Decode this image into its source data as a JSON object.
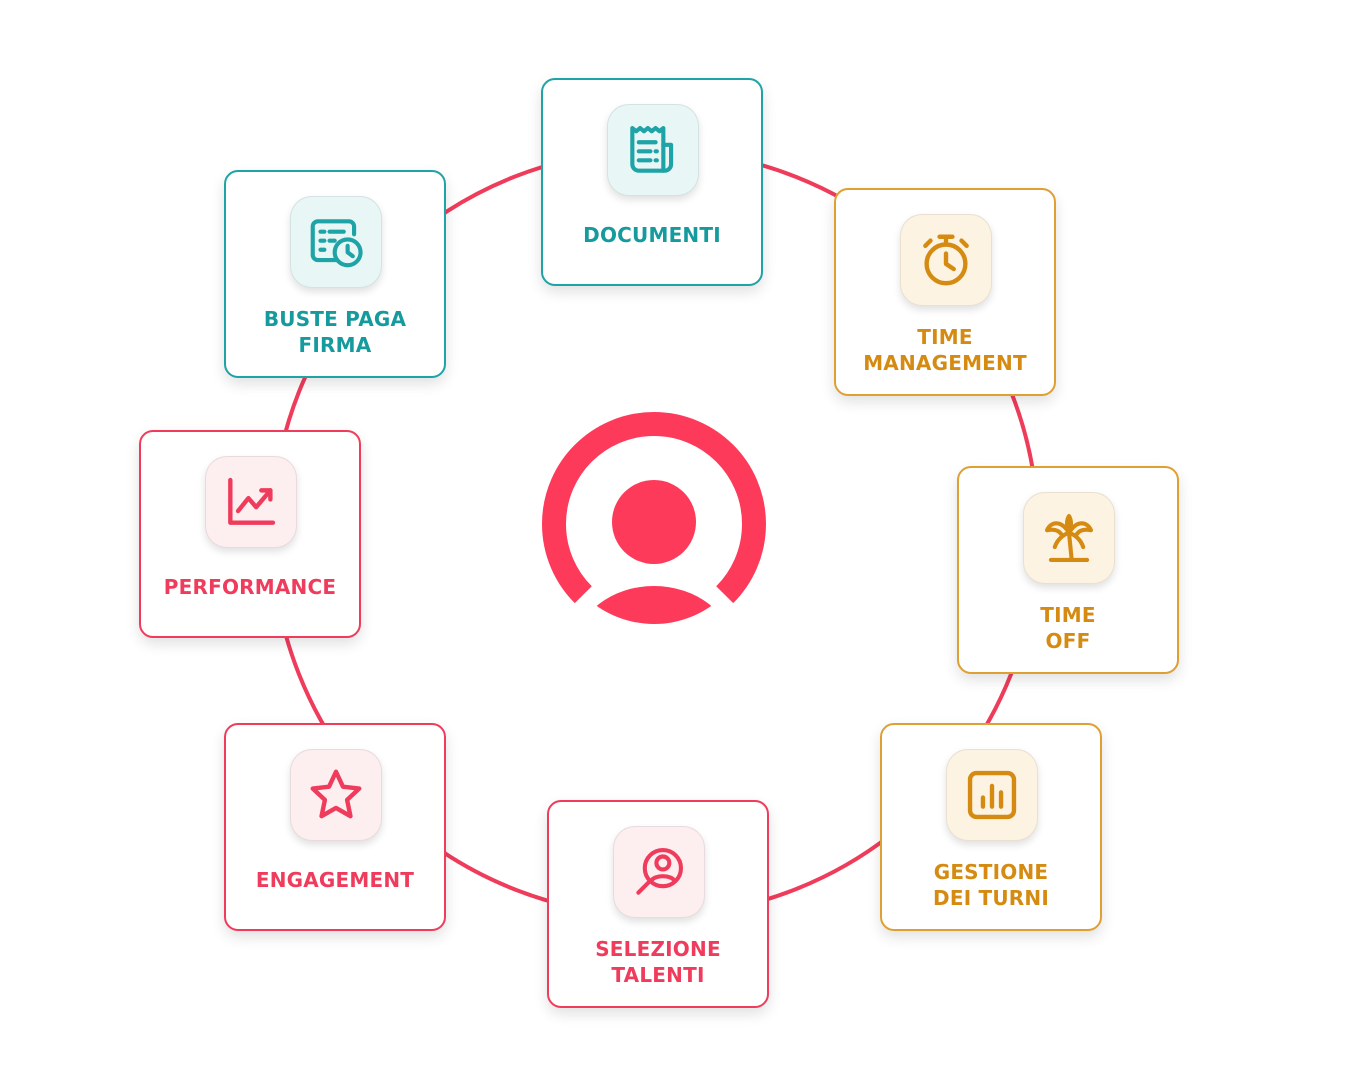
{
  "colors": {
    "ring": "#ef3c5b",
    "teal": "#1ea3a6",
    "amber": "#dfa033",
    "pink": "#f03c5c",
    "avatar": "#fe3a5b"
  },
  "center": {
    "icon": "user-avatar-icon"
  },
  "modules": [
    {
      "label": "DOCUMENTI",
      "icon": "document-icon",
      "color": "teal"
    },
    {
      "label": "TIME\nMANAGEMENT",
      "icon": "stopwatch-icon",
      "color": "amber"
    },
    {
      "label": "TIME\nOFF",
      "icon": "palm-tree-icon",
      "color": "amber"
    },
    {
      "label": "GESTIONE\nDEI TURNI",
      "icon": "bar-chart-icon",
      "color": "amber"
    },
    {
      "label": "SELEZIONE\nTALENTI",
      "icon": "search-user-icon",
      "color": "pink"
    },
    {
      "label": "ENGAGEMENT",
      "icon": "star-icon",
      "color": "pink"
    },
    {
      "label": "PERFORMANCE",
      "icon": "trend-chart-icon",
      "color": "pink"
    },
    {
      "label": "BUSTE PAGA\nFIRMA",
      "icon": "payslip-clock-icon",
      "color": "teal"
    }
  ]
}
